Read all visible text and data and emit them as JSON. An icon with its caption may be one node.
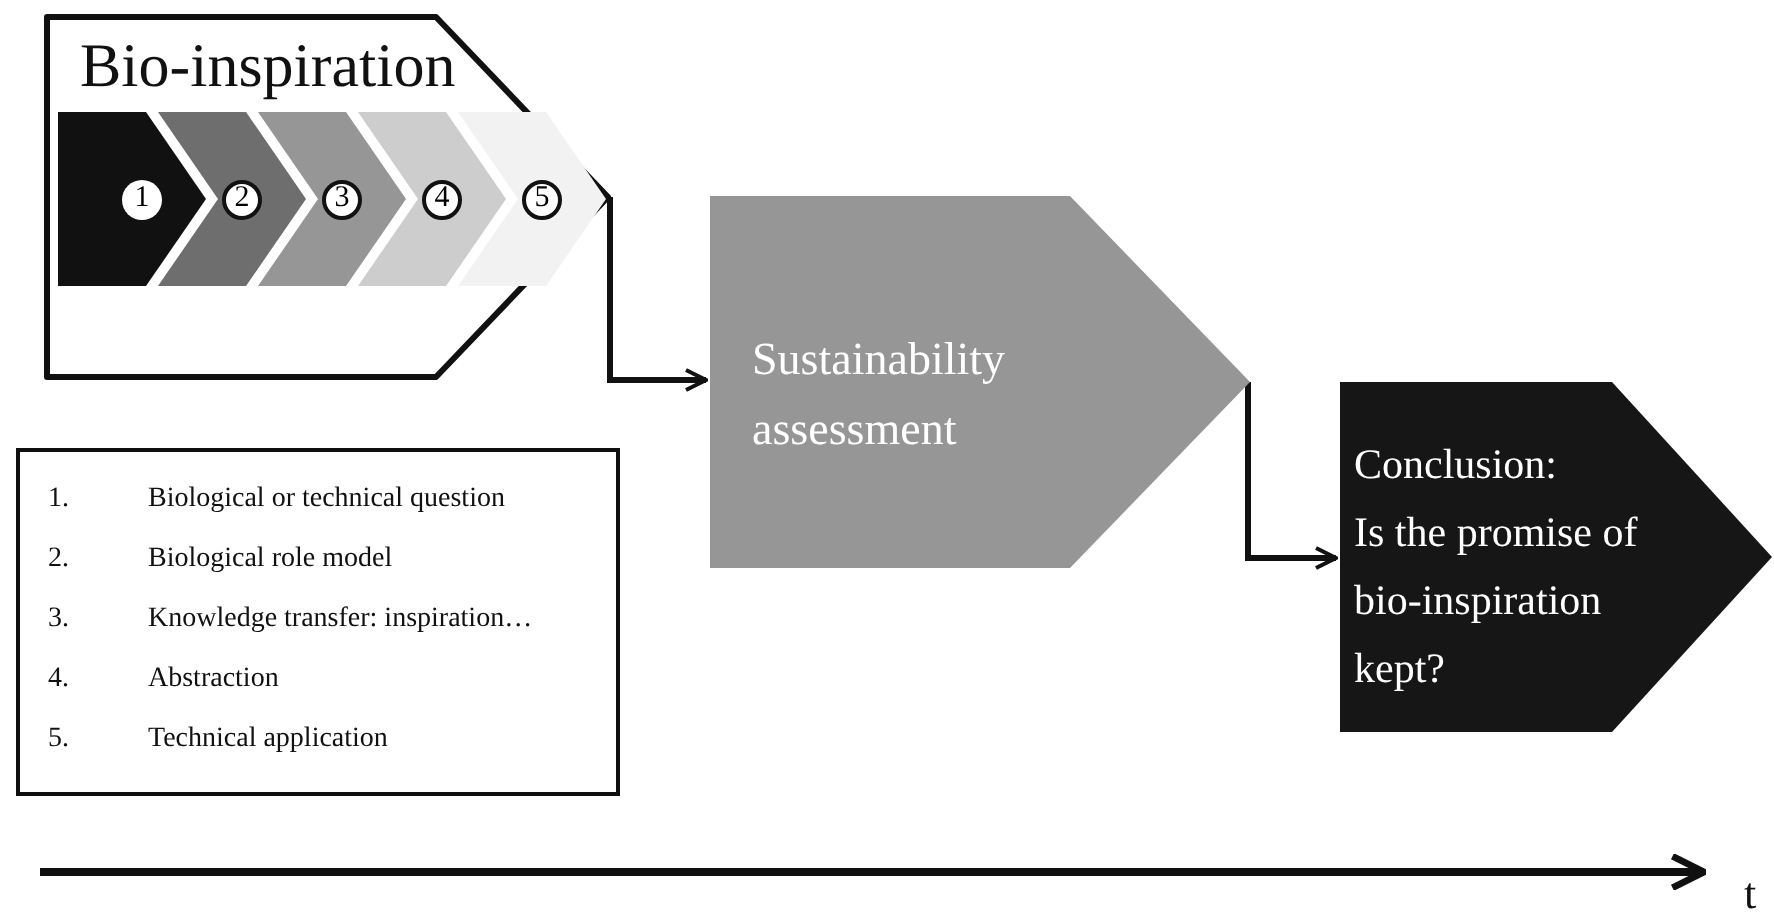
{
  "diagram": {
    "nodes": [
      {
        "text": [
          "Bio-inspiration"
        ]
      },
      {
        "text": [
          "1"
        ],
        "in": 0
      },
      {
        "text": [
          "2"
        ],
        "in": 0
      },
      {
        "text": [
          "3"
        ],
        "in": 0
      },
      {
        "text": [
          "4"
        ],
        "in": 0
      },
      {
        "text": [
          "5"
        ],
        "in": 0
      },
      {
        "text": [
          "1.",
          "Biological or technical question",
          "2.",
          "Biological role model",
          "3.",
          "Knowledge transfer: inspiration…",
          "4.",
          "Abstraction",
          "5.",
          "Technical application"
        ]
      },
      {
        "text": [
          "Sustainability assessment"
        ]
      },
      {
        "text": [
          "Conclusion:",
          "Is the promise of bio-inspiration kept?"
        ]
      }
    ],
    "edges": [
      {
        "from": 0,
        "to": 7,
        "arrow": "to"
      },
      {
        "from": 7,
        "to": 8,
        "arrow": "to"
      }
    ],
    "labels": [
      "t"
    ]
  }
}
